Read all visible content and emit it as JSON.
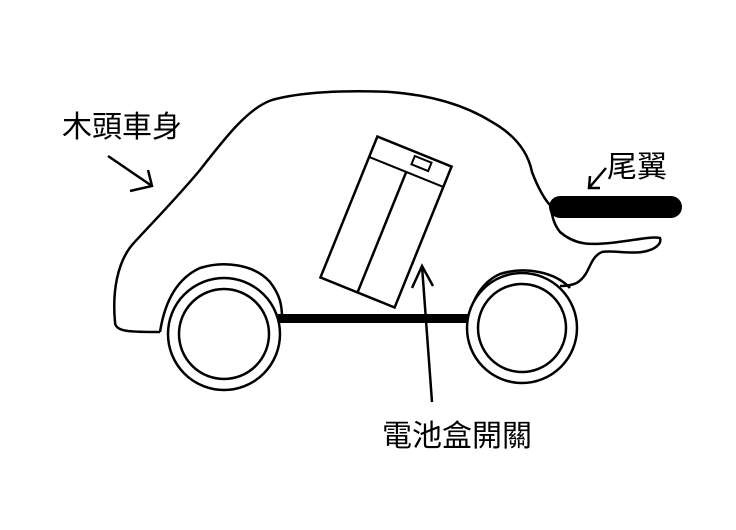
{
  "labels": {
    "wood_body": "木頭車身",
    "spoiler": "尾翼",
    "battery_switch": "電池盒開關"
  },
  "colors": {
    "line": "#000000",
    "background": "#ffffff"
  }
}
